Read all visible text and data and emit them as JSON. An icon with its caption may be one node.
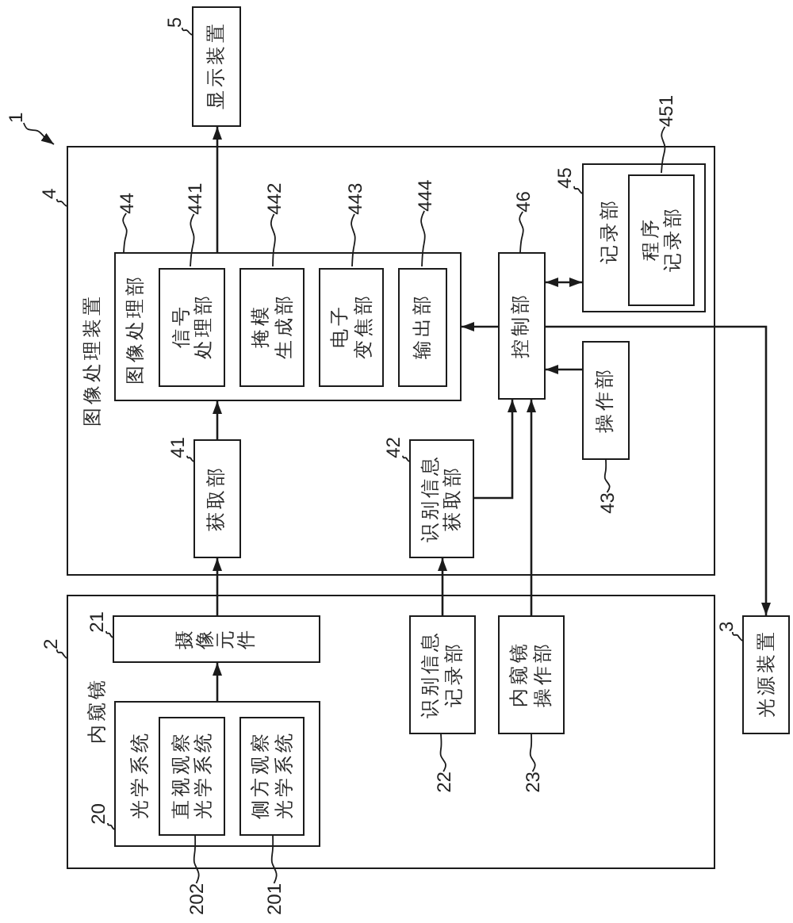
{
  "diagram": {
    "nodes": [
      {
        "text": [
          "1"
        ]
      },
      {
        "text": [
          "内窥镜"
        ]
      },
      {
        "text": [
          "2"
        ]
      },
      {
        "text": [
          "光学系统"
        ],
        "in": 1
      },
      {
        "text": [
          "20"
        ],
        "in": 1
      },
      {
        "text": [
          "直视观察光学系统"
        ],
        "in": 3
      },
      {
        "text": [
          "侧方观察光学系统"
        ],
        "in": 3
      },
      {
        "text": [
          "202"
        ]
      },
      {
        "text": [
          "201"
        ]
      },
      {
        "text": [
          "摄像元件"
        ],
        "in": 1
      },
      {
        "text": [
          "21"
        ],
        "in": 1
      },
      {
        "text": [
          "识别信息记录部"
        ],
        "in": 1
      },
      {
        "text": [
          "22"
        ],
        "in": 1
      },
      {
        "text": [
          "内窥镜操作部"
        ],
        "in": 1
      },
      {
        "text": [
          "23"
        ],
        "in": 1
      },
      {
        "text": [
          "图像处理装置"
        ]
      },
      {
        "text": [
          "4"
        ]
      },
      {
        "text": [
          "获取部"
        ],
        "in": 15
      },
      {
        "text": [
          "41"
        ],
        "in": 15
      },
      {
        "text": [
          "识别信息获取部"
        ],
        "in": 15
      },
      {
        "text": [
          "42"
        ],
        "in": 15
      },
      {
        "text": [
          "图像处理部"
        ],
        "in": 15
      },
      {
        "text": [
          "44"
        ],
        "in": 15
      },
      {
        "text": [
          "信号处理部"
        ],
        "in": 21
      },
      {
        "text": [
          "掩模生成部"
        ],
        "in": 21
      },
      {
        "text": [
          "电子变焦部"
        ],
        "in": 21
      },
      {
        "text": [
          "输出部"
        ],
        "in": 21
      },
      {
        "text": [
          "441"
        ],
        "in": 15
      },
      {
        "text": [
          "442"
        ],
        "in": 15
      },
      {
        "text": [
          "443"
        ],
        "in": 15
      },
      {
        "text": [
          "444"
        ],
        "in": 15
      },
      {
        "text": [
          "控制部"
        ],
        "in": 15
      },
      {
        "text": [
          "46"
        ],
        "in": 15
      },
      {
        "text": [
          "操作部"
        ],
        "in": 15
      },
      {
        "text": [
          "43"
        ],
        "in": 15
      },
      {
        "text": [
          "记录部"
        ],
        "in": 15
      },
      {
        "text": [
          "45"
        ],
        "in": 15
      },
      {
        "text": [
          "程序记录部"
        ],
        "in": 35
      },
      {
        "text": [
          "451"
        ]
      },
      {
        "text": [
          "显示装置"
        ]
      },
      {
        "text": [
          "5"
        ]
      },
      {
        "text": [
          "光源装置"
        ]
      },
      {
        "text": [
          "3"
        ]
      }
    ],
    "edges": [
      {
        "from": 3,
        "to": 9,
        "arrow": "to"
      },
      {
        "from": 9,
        "to": 17,
        "arrow": "to"
      },
      {
        "from": 17,
        "to": 21,
        "arrow": "to"
      },
      {
        "from": 11,
        "to": 19,
        "arrow": "to"
      },
      {
        "from": 19,
        "to": 31,
        "arrow": "to"
      },
      {
        "from": 13,
        "to": 31,
        "arrow": "to"
      },
      {
        "from": 33,
        "to": 31,
        "arrow": "to"
      },
      {
        "from": 31,
        "to": 21,
        "arrow": "to"
      },
      {
        "from": 31,
        "to": 35,
        "arrow": "both"
      },
      {
        "from": 21,
        "to": 39,
        "arrow": "to"
      },
      {
        "from": 31,
        "to": 41,
        "arrow": "to"
      },
      {
        "from": 0,
        "to": null,
        "arrow": "to"
      },
      {
        "from": 2,
        "to": 1,
        "arrow": "none"
      },
      {
        "from": 4,
        "to": 3,
        "arrow": "none"
      },
      {
        "from": 7,
        "to": 5,
        "arrow": "none"
      },
      {
        "from": 8,
        "to": 6,
        "arrow": "none"
      },
      {
        "from": 10,
        "to": 9,
        "arrow": "none"
      },
      {
        "from": 12,
        "to": 11,
        "arrow": "none"
      },
      {
        "from": 14,
        "to": 13,
        "arrow": "none"
      },
      {
        "from": 16,
        "to": 15,
        "arrow": "none"
      },
      {
        "from": 18,
        "to": 17,
        "arrow": "none"
      },
      {
        "from": 20,
        "to": 19,
        "arrow": "none"
      },
      {
        "from": 22,
        "to": 21,
        "arrow": "none"
      },
      {
        "from": 27,
        "to": 23,
        "arrow": "none"
      },
      {
        "from": 28,
        "to": 24,
        "arrow": "none"
      },
      {
        "from": 29,
        "to": 25,
        "arrow": "none"
      },
      {
        "from": 30,
        "to": 26,
        "arrow": "none"
      },
      {
        "from": 32,
        "to": 31,
        "arrow": "none"
      },
      {
        "from": 34,
        "to": 33,
        "arrow": "none"
      },
      {
        "from": 36,
        "to": 35,
        "arrow": "none"
      },
      {
        "from": 38,
        "to": 37,
        "arrow": "none"
      },
      {
        "from": 40,
        "to": 39,
        "arrow": "none"
      },
      {
        "from": 42,
        "to": 41,
        "arrow": "none"
      }
    ]
  }
}
